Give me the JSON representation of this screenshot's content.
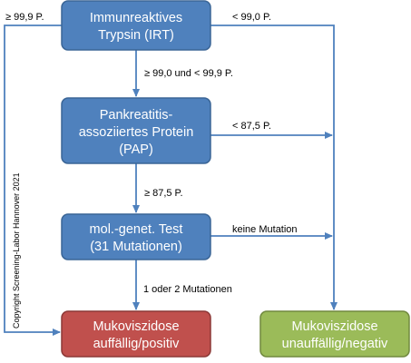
{
  "colors": {
    "blue": "#4F81BD",
    "blue_border": "#3A6596",
    "red": "#C0504D",
    "red_border": "#8C3836",
    "green": "#9BBB59",
    "green_border": "#71893F",
    "arrow": "#4F81BD"
  },
  "boxes": {
    "irt": {
      "line1": "Immunreaktives",
      "line2": "Trypsin (IRT)"
    },
    "pap": {
      "line1": "Pankreatitis-",
      "line2": "assoziiertes Protein",
      "line3": "(PAP)"
    },
    "test": {
      "line1": "mol.-genet. Test",
      "line2": "(31 Mutationen)"
    },
    "positive": {
      "line1": "Mukoviszidose",
      "line2": "auffällig/positiv"
    },
    "negative": {
      "line1": "Mukoviszidose",
      "line2": "unauffällig/negativ"
    }
  },
  "labels": {
    "irt_high": "≥ 99,9 P.",
    "irt_low": "< 99,0 P.",
    "irt_mid": "≥ 99,0 und < 99,9 P.",
    "pap_low": "< 87,5 P.",
    "pap_high": "≥ 87,5 P.",
    "no_mutation": "keine Mutation",
    "mutation": "1 oder 2 Mutationen"
  },
  "copyright": "Copyright Screening-Labor Hannover 2021"
}
